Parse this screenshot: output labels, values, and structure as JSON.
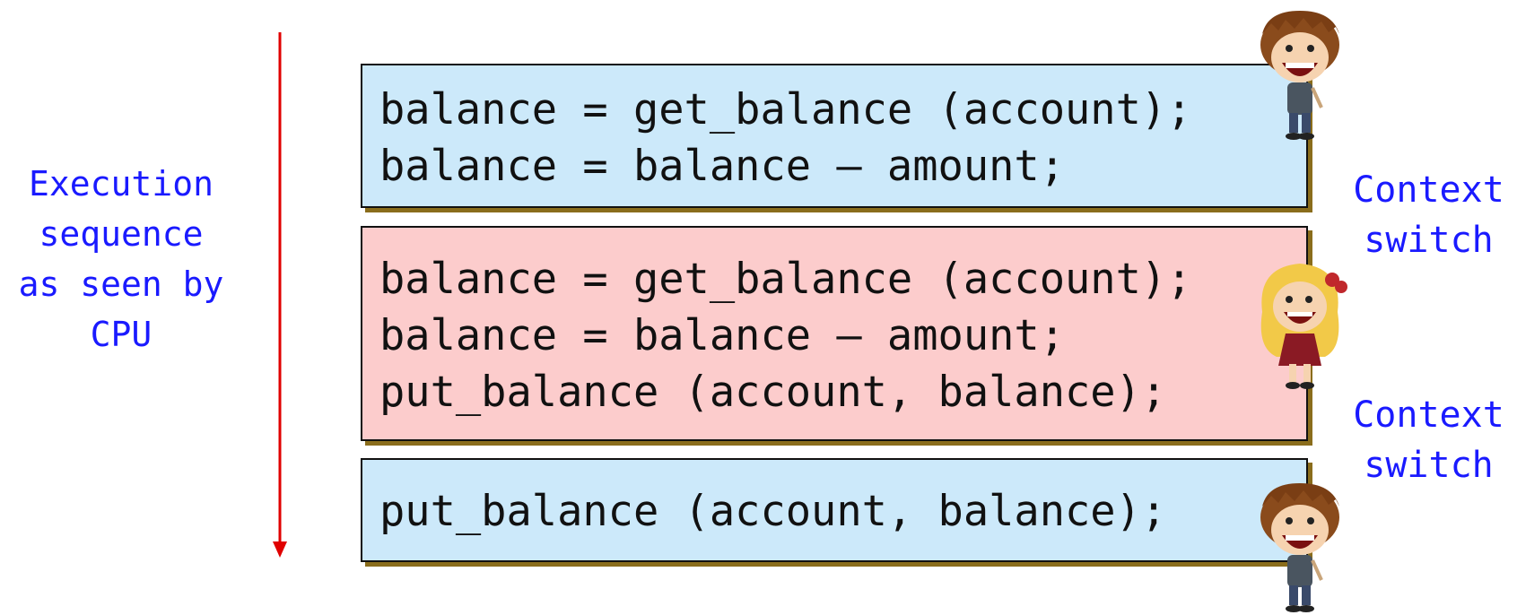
{
  "execution_label": [
    "Execution",
    "sequence",
    "as seen by",
    "CPU"
  ],
  "blocks": [
    {
      "color": "#cce9fa",
      "lines": [
        "balance = get_balance (account);",
        "balance = balance – amount;"
      ],
      "character": "boy-character"
    },
    {
      "color": "#fccccc",
      "lines": [
        "balance = get_balance (account);",
        "balance = balance – amount;",
        "put_balance (account, balance);"
      ],
      "character": "girl-character"
    },
    {
      "color": "#cce9fa",
      "lines": [
        "put_balance (account, balance);"
      ],
      "character": "boy-character"
    }
  ],
  "context_switches": [
    [
      "Context",
      "switch"
    ],
    [
      "Context",
      "switch"
    ]
  ],
  "colors": {
    "label_text": "#1a1aff",
    "arrow": "#e00000",
    "box_shadow": "#8a6d1c"
  }
}
